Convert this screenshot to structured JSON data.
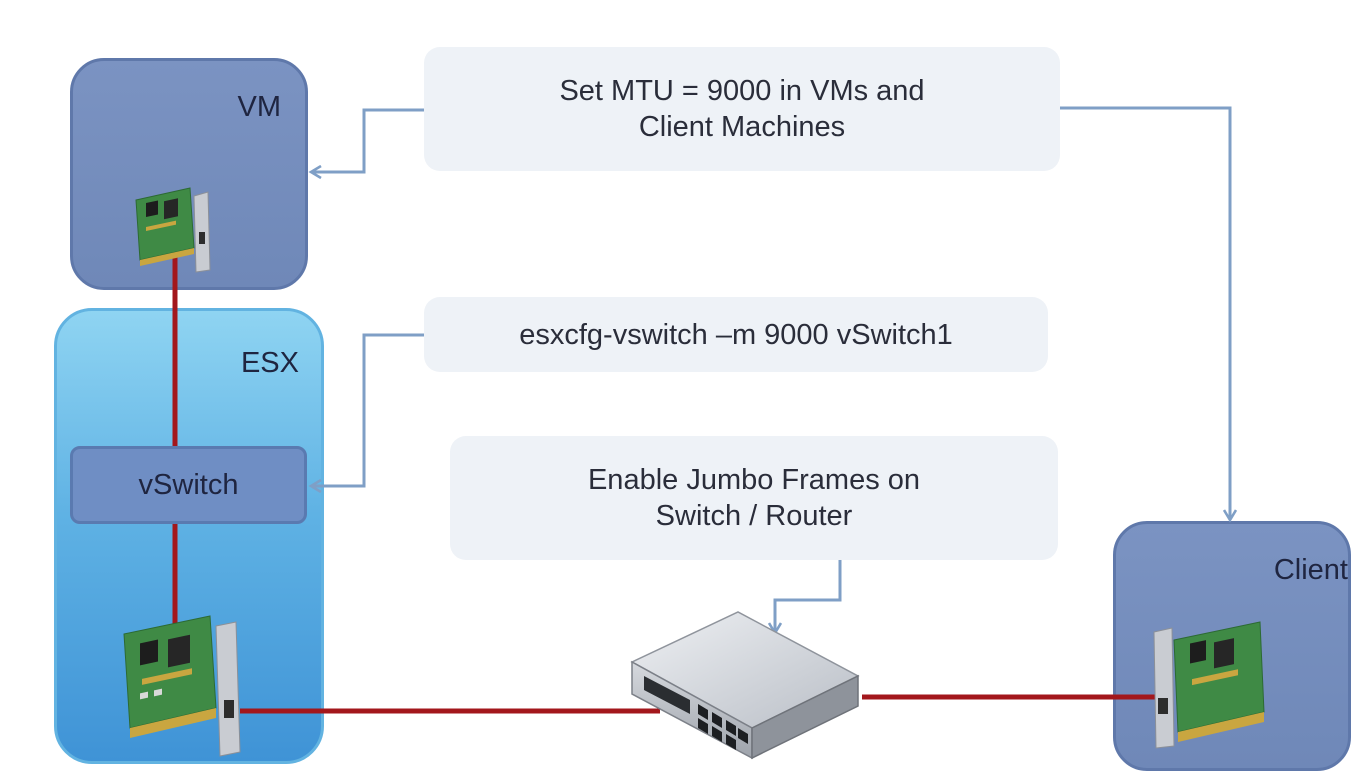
{
  "nodes": {
    "vm": "VM",
    "esx": "ESX",
    "vswitch": "vSwitch",
    "client": "Client"
  },
  "notes": {
    "mtu": [
      "Set MTU = 9000 in VMs and",
      "Client Machines"
    ],
    "esxcfg": "esxcfg-vswitch –m 9000 vSwitch1",
    "jumbo": [
      "Enable Jumbo Frames on",
      "Switch / Router"
    ]
  },
  "colors": {
    "vm_fill": "#7189bb",
    "esx_fill": "#5fb2e4",
    "note_fill": "#eef2f7",
    "network_link": "#a3171c",
    "arrow": "#7f9fc6"
  },
  "icons": {
    "vm_nic": "network-card-icon",
    "esx_nic": "network-card-icon",
    "client_nic": "network-card-icon",
    "physical_switch": "network-switch-icon"
  }
}
